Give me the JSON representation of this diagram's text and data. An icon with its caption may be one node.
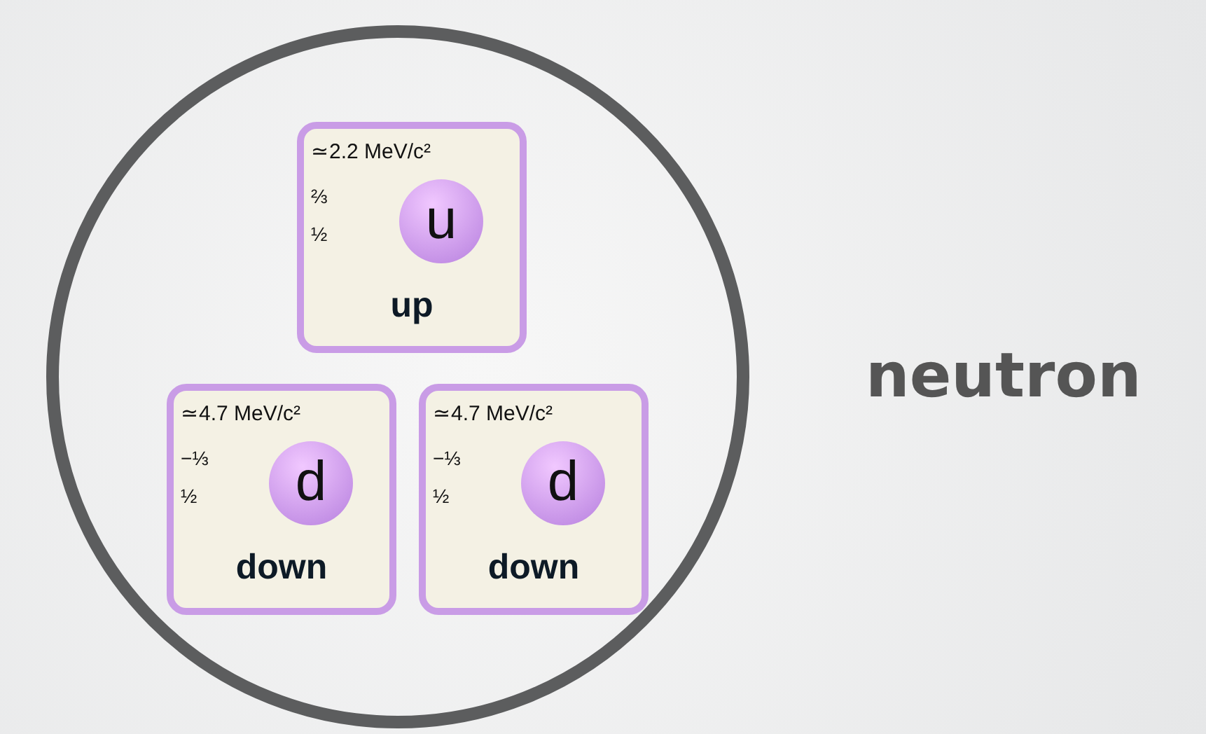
{
  "diagram": {
    "nodes": [
      {
        "text": [],
        "shape": "circle"
      },
      {
        "text": [
          "≃2.2 MeV/c²",
          "⅔",
          "½",
          "u",
          "up"
        ],
        "in": 0
      },
      {
        "text": [
          "≃4.7 MeV/c²",
          "−⅓",
          "½",
          "d",
          "down"
        ],
        "in": 0
      },
      {
        "text": [
          "≃4.7 MeV/c²",
          "−⅓",
          "½",
          "d",
          "down"
        ],
        "in": 0
      }
    ],
    "edges": [],
    "labels": [
      "neutron"
    ]
  }
}
